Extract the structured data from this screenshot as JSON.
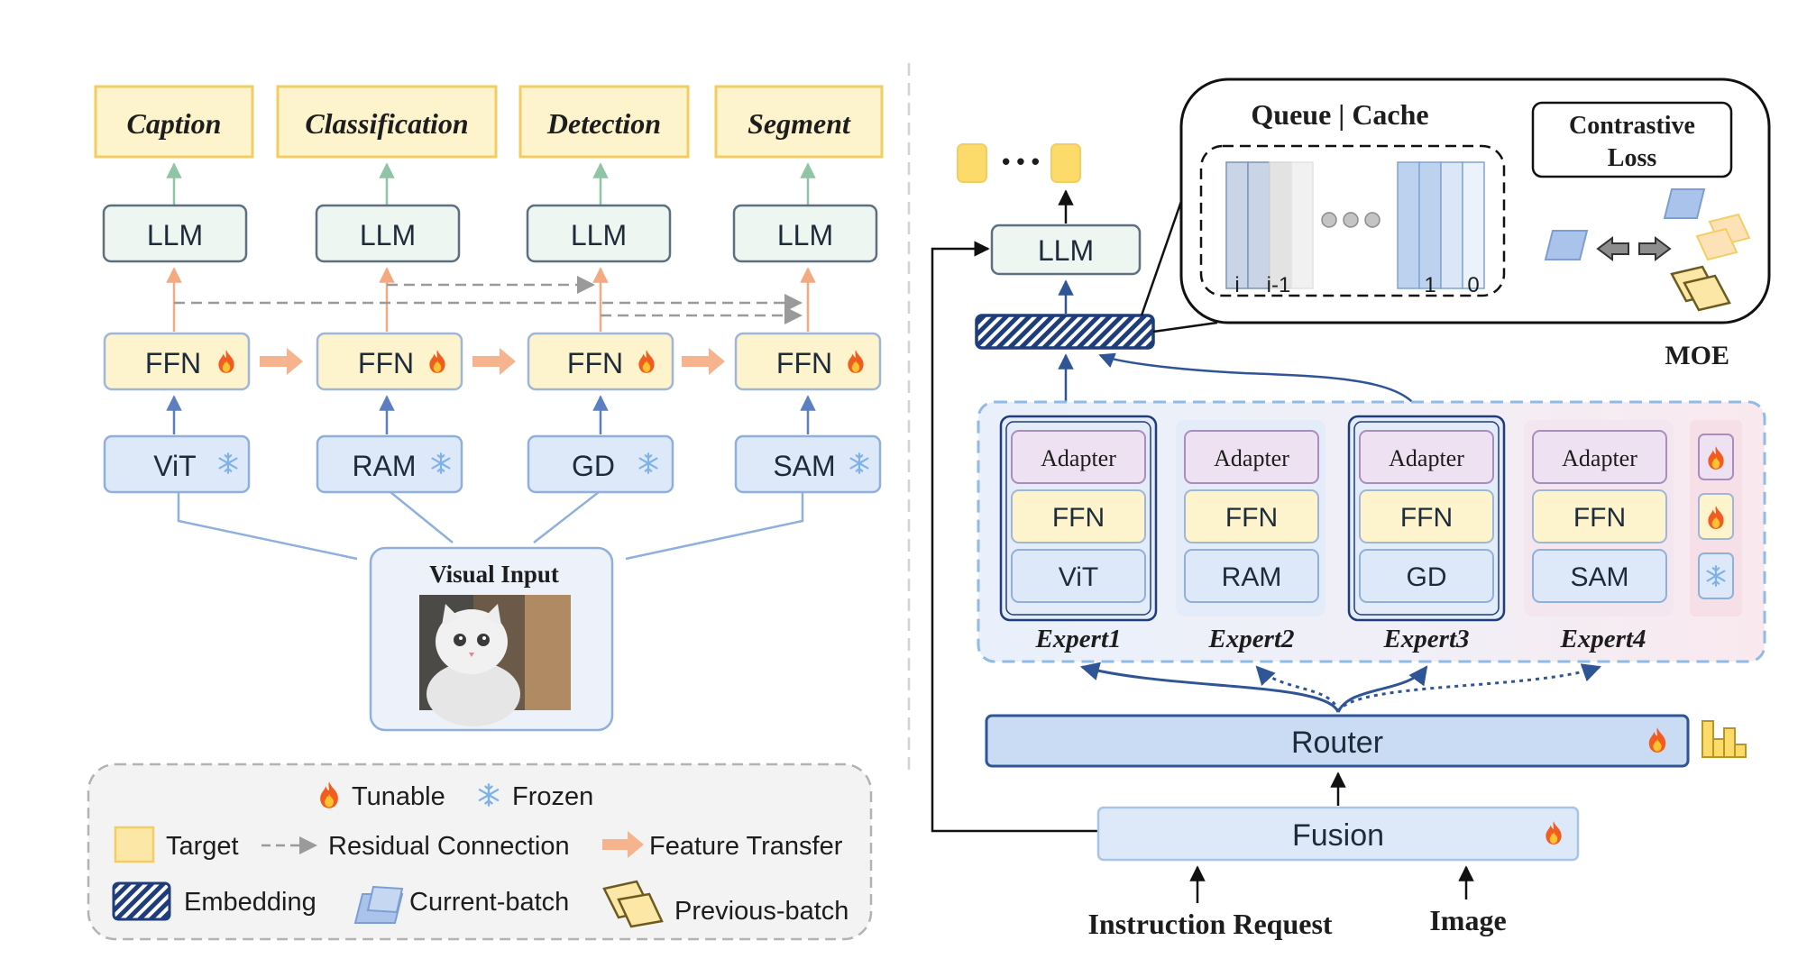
{
  "left_panel": {
    "tasks": [
      "Caption",
      "Classification",
      "Detection",
      "Segment"
    ],
    "llm_label": "LLM",
    "ffn_label": "FFN",
    "encoders": [
      "ViT",
      "RAM",
      "GD",
      "SAM"
    ],
    "visual_input_label": "Visual Input"
  },
  "legend": {
    "tunable": "Tunable",
    "frozen": "Frozen",
    "target": "Target",
    "residual": "Residual Connection",
    "feature_transfer": "Feature Transfer",
    "embedding": "Embedding",
    "current_batch": "Current-batch",
    "previous_batch": "Previous-batch"
  },
  "right_panel": {
    "llm_label": "LLM",
    "dots": "• • •",
    "queue_title": "Queue | Cache",
    "queue_indices": [
      "i",
      "i-1",
      "1",
      "0"
    ],
    "contrastive_loss": [
      "Contrastive",
      "Loss"
    ],
    "moe_label": "MOE",
    "experts": [
      {
        "name": "Expert1",
        "adapter": "Adapter",
        "ffn": "FFN",
        "encoder": "ViT"
      },
      {
        "name": "Expert2",
        "adapter": "Adapter",
        "ffn": "FFN",
        "encoder": "RAM"
      },
      {
        "name": "Expert3",
        "adapter": "Adapter",
        "ffn": "FFN",
        "encoder": "GD"
      },
      {
        "name": "Expert4",
        "adapter": "Adapter",
        "ffn": "FFN",
        "encoder": "SAM"
      }
    ],
    "router_label": "Router",
    "fusion_label": "Fusion",
    "instruction_label": "Instruction Request",
    "image_label": "Image"
  }
}
